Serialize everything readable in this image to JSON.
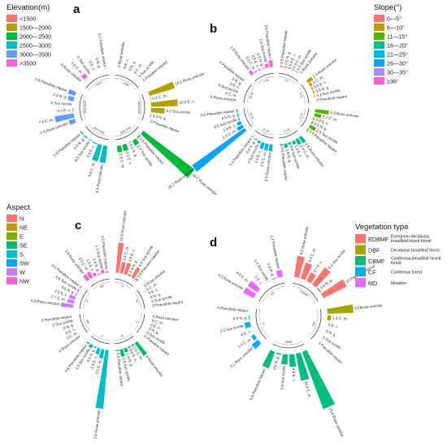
{
  "legends": {
    "elevation": {
      "title": "Elevation(m)",
      "items": [
        {
          "label": "<1500",
          "color": "#f8766d"
        },
        {
          "label": "1500—2000",
          "color": "#b79f00"
        },
        {
          "label": "2000—2500",
          "color": "#00ba38"
        },
        {
          "label": "2500—3000",
          "color": "#00bfc4"
        },
        {
          "label": "3000—3500",
          "color": "#619cff"
        },
        {
          "label": ">3500",
          "color": "#f564e3"
        }
      ]
    },
    "slope": {
      "title": "Slope(°)",
      "items": [
        {
          "label": "0—5°",
          "color": "#f8766d"
        },
        {
          "label": "6—10°",
          "color": "#c49a00"
        },
        {
          "label": "11—15°",
          "color": "#53b400"
        },
        {
          "label": "16—20°",
          "color": "#00c094"
        },
        {
          "label": "21—25°",
          "color": "#00b6eb"
        },
        {
          "label": "26—30°",
          "color": "#06a4ff"
        },
        {
          "label": "30—35°",
          "color": "#a58aff"
        },
        {
          "label": "≥36°",
          "color": "#fb61d7"
        }
      ]
    },
    "aspect": {
      "title": "Aspect",
      "items": [
        {
          "label": "N",
          "color": "#f8766d"
        },
        {
          "label": "NE",
          "color": "#cd9600"
        },
        {
          "label": "E",
          "color": "#7cae00"
        },
        {
          "label": "SE",
          "color": "#00be67"
        },
        {
          "label": "S",
          "color": "#00bfc4"
        },
        {
          "label": "SW",
          "color": "#00a9ff"
        },
        {
          "label": "W",
          "color": "#c77cff"
        },
        {
          "label": "NW",
          "color": "#ff61cc"
        }
      ]
    },
    "vegetation": {
      "title": "Vegetation type",
      "items": [
        {
          "code": "EDBMF",
          "desc": "Evergreen-deciduous broadleaf mixed forest",
          "color": "#f8766d"
        },
        {
          "code": "DBF",
          "desc": "Deciduous broadleaf forest",
          "color": "#a3a500"
        },
        {
          "code": "CBMF",
          "desc": "Coniferous-broadleaf mixed forest",
          "color": "#00bf7d"
        },
        {
          "code": "CF",
          "desc": "Coniferous forest",
          "color": "#00b0f6"
        },
        {
          "code": "MD",
          "desc": "Meadow",
          "color": "#e76bf3"
        }
      ]
    }
  },
  "chart_data": [
    {
      "type": "bar",
      "panel": "a",
      "series": [
        {
          "group": "<1500",
          "color": "#f8766d",
          "labels": [
            "Rusa unicolor",
            "E. c.",
            "N. g.",
            "C. m.",
            "Sus scrofa",
            "Pseudois nayaur"
          ],
          "values": [
            0,
            0,
            0,
            0,
            0,
            0
          ]
        },
        {
          "group": "1500-2000",
          "color": "#b79f00",
          "labels": [
            "Rusa unicolor",
            "C. m.",
            "E. c.",
            "Sus scrofa",
            "N. g.",
            "Pseudois nayaur"
          ],
          "values": [
            10.2,
            0.2,
            10.2,
            5.2,
            0.3,
            0
          ]
        },
        {
          "group": "2000-2500",
          "color": "#00ba38",
          "labels": [
            "Rusa unicolor",
            "Pseudois nayaur",
            "Sus scrofa",
            "N. g.",
            "E. c.",
            "C. m."
          ],
          "values": [
            24.7,
            0.5,
            2.2,
            0.2,
            2.5,
            2.5
          ]
        },
        {
          "group": "2500-3000",
          "color": "#00bfc4",
          "labels": [
            "Rusa unicolor",
            "C. m.",
            "E. c.",
            "Sus scrofa",
            "N. g.",
            "Pseudois nayaur"
          ],
          "values": [
            6.6,
            6.6,
            0.5,
            0.3,
            0.5,
            0.5
          ]
        },
        {
          "group": "3000-3500",
          "color": "#619cff",
          "labels": [
            "Rusa unicolor",
            "C. m.",
            "E. c.",
            "Sus scrofa",
            "N. g.",
            "Pseudois nayaur"
          ],
          "values": [
            2.5,
            7.4,
            0.3,
            0,
            2.2,
            2.8
          ]
        },
        {
          "group": ">3500",
          "color": "#f564e3",
          "labels": [
            "Rusa unicolor",
            "C. m.",
            "Sus scrofa",
            "E. c.",
            "N. g.",
            "Pseudois nayaur"
          ],
          "values": [
            0,
            1.8,
            0,
            0,
            0,
            0.1
          ]
        }
      ]
    },
    {
      "type": "bar",
      "panel": "b",
      "series": [
        {
          "group": "0-5",
          "color": "#f8766d",
          "labels": [
            "Pseudois nayaur",
            "N. g.",
            "E. c.",
            "C. m.",
            "Sus scrofa",
            "Rusa unicolor"
          ],
          "values": [
            0.5,
            0.5,
            0.5,
            0.3,
            0.3,
            0
          ]
        },
        {
          "group": "6-10",
          "color": "#c49a00",
          "labels": [
            "Rusa unicolor",
            "C. m.",
            "E. c.",
            "N. g.",
            "Sus scrofa",
            "Pseudois nayaur"
          ],
          "values": [
            2.3,
            1,
            0.5,
            0.5,
            0.3,
            0
          ]
        },
        {
          "group": "11-15",
          "color": "#53b400",
          "labels": [
            "Rusa unicolor",
            "C. m.",
            "E. c.",
            "N. g.",
            "Sus scrofa",
            "Pseudois nayaur"
          ],
          "values": [
            5.3,
            2.7,
            0.5,
            0.5,
            2.6,
            0.5
          ]
        },
        {
          "group": "16-20",
          "color": "#00c094",
          "labels": [
            "Rusa unicolor",
            "C. m.",
            "E. c.",
            "Sus scrofa",
            "N. g.",
            "Pseudois nayaur"
          ],
          "values": [
            2.8,
            2.4,
            1.3,
            0.8,
            1.6,
            0.5
          ]
        },
        {
          "group": "21-25",
          "color": "#00b6eb",
          "labels": [
            "Rusa unicolor",
            "C. m.",
            "E. c.",
            "Sus scrofa",
            "N. g.",
            "Pseudois nayaur"
          ],
          "values": [
            2.6,
            2.6,
            2.5,
            1,
            0.4,
            0.3
          ]
        },
        {
          "group": "26-30",
          "color": "#06a4ff",
          "labels": [
            "Rusa unicolor",
            "C. m.",
            "E. c.",
            "Sus scrofa",
            "N. g.",
            "Pseudois nayaur"
          ],
          "values": [
            24.7,
            2.5,
            1.6,
            0.5,
            0.5,
            0.5
          ]
        },
        {
          "group": "30-35",
          "color": "#a58aff",
          "labels": [
            "Rusa unicolor",
            "C. m.",
            "Sus scrofa",
            "E. c.",
            "N. g.",
            "Pseudois nayaur"
          ],
          "values": [
            0,
            0,
            0,
            0,
            0,
            0
          ]
        },
        {
          "group": ">=36",
          "color": "#fb61d7",
          "labels": [
            "Rusa unicolor",
            "C. m.",
            "E. c.",
            "N. g.",
            "Sus scrofa",
            "Pseudois nayaur"
          ],
          "values": [
            1.8,
            0.5,
            0.5,
            0.3,
            1.6,
            2.6
          ]
        }
      ]
    },
    {
      "type": "bar",
      "panel": "c",
      "series": [
        {
          "group": "N",
          "color": "#f8766d",
          "labels": [
            "Rusa unicolor",
            "C. m.",
            "E. c.",
            "N. g.",
            "Sus scrofa",
            "Pseudois nayaur"
          ],
          "values": [
            11.6,
            4.4,
            4.6,
            0.8,
            4.6,
            0.8
          ]
        },
        {
          "group": "NE",
          "color": "#cd9600",
          "labels": [
            "Rusa unicolor",
            "C. m.",
            "E. c.",
            "N. g.",
            "Sus scrofa",
            "Pseudois nayaur"
          ],
          "values": [
            0,
            0,
            0,
            0,
            0,
            0
          ]
        },
        {
          "group": "E",
          "color": "#7cae00",
          "labels": [
            "Rusa unicolor",
            "C. m.",
            "E. c.",
            "N. g.",
            "Sus scrofa",
            "Pseudois nayaur"
          ],
          "values": [
            0,
            0,
            0,
            0,
            0,
            0
          ]
        },
        {
          "group": "SE",
          "color": "#00be67",
          "labels": [
            "Rusa unicolor",
            "C. m.",
            "E. c.",
            "N. g.",
            "Sus scrofa",
            "Pseudois nayaur"
          ],
          "values": [
            6,
            0.5,
            0.5,
            1.6,
            2.8,
            0.4
          ]
        },
        {
          "group": "S",
          "color": "#00bfc4",
          "labels": [
            "Rusa unicolor",
            "C. m.",
            "E. c.",
            "N. g.",
            "Sus scrofa",
            "Pseudois nayaur"
          ],
          "values": [
            22.6,
            3.5,
            2.5,
            0.5,
            1.4,
            0.6
          ]
        },
        {
          "group": "SW",
          "color": "#00a9ff",
          "labels": [
            "Rusa unicolor",
            "C. m.",
            "E. c.",
            "N. g.",
            "Sus scrofa",
            "Pseudois nayaur"
          ],
          "values": [
            0,
            0,
            0,
            0,
            0,
            0
          ]
        },
        {
          "group": "W",
          "color": "#c77cff",
          "labels": [
            "Rusa unicolor",
            "C. m.",
            "E. c.",
            "N. g.",
            "Sus scrofa",
            "Pseudois nayaur"
          ],
          "values": [
            4.8,
            2.7,
            2.5,
            0.5,
            0.6,
            0.5
          ]
        },
        {
          "group": "NW",
          "color": "#ff61cc",
          "labels": [
            "Rusa unicolor",
            "C. m.",
            "E. c.",
            "N. g.",
            "Sus scrofa",
            "Pseudois nayaur"
          ],
          "values": [
            2.6,
            2.6,
            1.3,
            0.4,
            1.3,
            0.5
          ]
        }
      ]
    },
    {
      "type": "bar",
      "panel": "d",
      "series": [
        {
          "group": "EDBMF",
          "color": "#f8766d",
          "labels": [
            "Rusa unicolor",
            "C. m.",
            "E. c.",
            "Sus scrofa",
            "N. g.",
            "Pseudois nayaur"
          ],
          "values": [
            8.2,
            6.4,
            3.7,
            8.2,
            0.6,
            10
          ]
        },
        {
          "group": "DBF",
          "color": "#a3a500",
          "labels": [
            "Rusa unicolor",
            "C. m.",
            "E. c.",
            "N. g.",
            "Sus scrofa",
            "Pseudois nayaur"
          ],
          "values": [
            10,
            1.3,
            0,
            0,
            0,
            0
          ]
        },
        {
          "group": "CBMF",
          "color": "#00bf7d",
          "labels": [
            "Rusa unicolor",
            "C. m.",
            "E. c.",
            "Sus scrofa",
            "N. g.",
            "Pseudois nayaur"
          ],
          "values": [
            23.4,
            10.6,
            4.8,
            3.9,
            0.5,
            6.8
          ]
        },
        {
          "group": "CF",
          "color": "#00b0f6",
          "labels": [
            "Rusa unicolor",
            "C. m.",
            "E. c.",
            "Sus scrofa",
            "N. g.",
            "Pseudois nayaur"
          ],
          "values": [
            3.1,
            1.4,
            0,
            2.2,
            0.3,
            0
          ]
        },
        {
          "group": "MD",
          "color": "#e76bf3",
          "labels": [
            "Rusa unicolor",
            "C. m.",
            "E. c.",
            "Sus scrofa",
            "N. g.",
            "Pseudois nayaur"
          ],
          "values": [
            4.5,
            4.5,
            0,
            0.1,
            0.4,
            2.7
          ]
        }
      ]
    }
  ]
}
